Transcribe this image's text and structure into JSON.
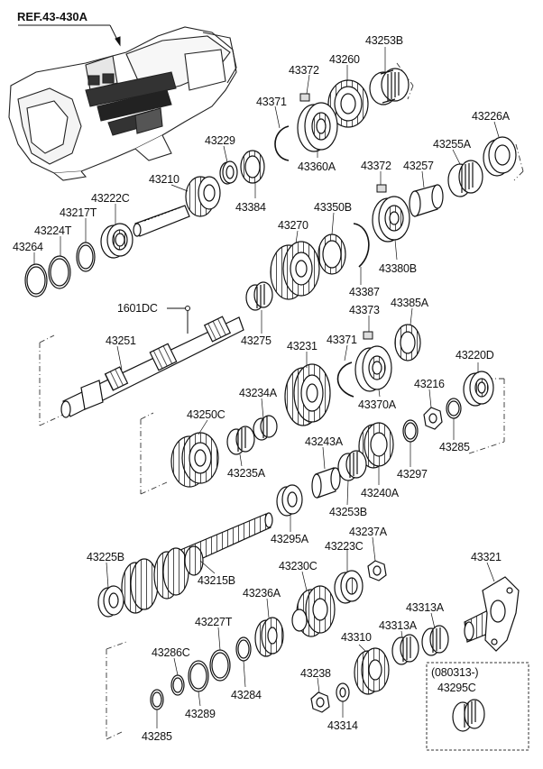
{
  "reference": "REF.43-430A",
  "labels": {
    "p43253B_top": "43253B",
    "p43372_a": "43372",
    "p43260": "43260",
    "p43371_a": "43371",
    "p43360A": "43360A",
    "p43229": "43229",
    "p43226A": "43226A",
    "p43255A": "43255A",
    "p43372_b": "43372",
    "p43257": "43257",
    "p43210": "43210",
    "p43384": "43384",
    "p43222C": "43222C",
    "p43217T": "43217T",
    "p43224T": "43224T",
    "p43264": "43264",
    "p43350B": "43350B",
    "p43270": "43270",
    "p43380B": "43380B",
    "p43387": "43387",
    "p1601DC": "1601DC",
    "p43385A": "43385A",
    "p43373": "43373",
    "p43251": "43251",
    "p43275": "43275",
    "p43231": "43231",
    "p43371_b": "43371",
    "p43220D": "43220D",
    "p43234A": "43234A",
    "p43216": "43216",
    "p43370A": "43370A",
    "p43250C": "43250C",
    "p43285_a": "43285",
    "p43243A": "43243A",
    "p43235A": "43235A",
    "p43297": "43297",
    "p43240A": "43240A",
    "p43253B_mid": "43253B",
    "p43295A": "43295A",
    "p43237A": "43237A",
    "p43223C": "43223C",
    "p43321": "43321",
    "p43225B": "43225B",
    "p43230C": "43230C",
    "p43215B": "43215B",
    "p43236A": "43236A",
    "p43313A_a": "43313A",
    "p43227T": "43227T",
    "p43313A_b": "43313A",
    "p43286C": "43286C",
    "p43310": "43310",
    "p43284": "43284",
    "p43238": "43238",
    "p43289": "43289",
    "p43314": "43314",
    "p43285_b": "43285",
    "p080313": "(080313-)",
    "p43295C": "43295C"
  }
}
